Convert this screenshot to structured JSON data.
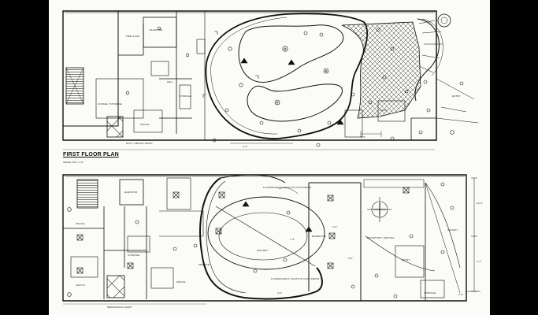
{
  "sheet": {
    "first_floor": {
      "title": "FIRST FLOOR PLAN",
      "scale": "SCALE: 1/8\" = 1'-0\"",
      "rooms": {
        "elevator": "ELEVATOR",
        "fire_stair": "FIRE STAIR",
        "hall": "HALL",
        "office": "OFFICE",
        "coffee_storage": "COFFEE / STORAGE",
        "storage": "STORAGE",
        "stair": "STAIR",
        "entry": "ENTRY"
      },
      "dims": [
        "2'-0\"",
        "3'-0\""
      ],
      "note": "DUCT (ABOVE) SHAFT"
    },
    "lower_floor": {
      "rooms": {
        "elevator": "ELEVATOR",
        "office": "OFFICE",
        "vaults": "VAULTS",
        "storage": "STORAGE",
        "office_2": "OFFICE",
        "gallery": "GALLERY",
        "exhibition": "EXHIBITION",
        "reception": "RECEPTION / WAITING",
        "entry": "ENTRY",
        "storage_2": "STORAGE",
        "mechanical": "MECHANICAL SHAFT",
        "canopy": "CANOPY"
      },
      "dims": [
        "7'-5\"",
        "4'-6\"",
        "4'-0\"",
        "3'-0\"",
        "14'-0\"",
        "3'-2\"",
        "6'-0\""
      ],
      "notes": [
        "FLUORESCENT LIGHTS IN COVE ABOVE",
        "FLUORESCENT LIGHTS IN COVE ABOVE",
        "SERVICE"
      ]
    }
  }
}
